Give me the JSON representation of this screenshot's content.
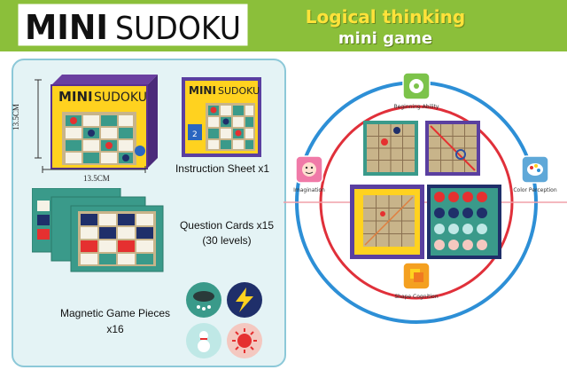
{
  "header": {
    "title_left": "MINI",
    "title_right": "SUDOKU",
    "tagline_line1": "Logical thinking",
    "tagline_line2": "mini game",
    "colors": {
      "banner": "#8bbf3a",
      "tagline": "#ffe23a"
    }
  },
  "contents": {
    "box": {
      "label_left": "MINI",
      "label_right": "SUDOKU",
      "width_dimension": "13.5CM",
      "height_dimension": "13.5CM"
    },
    "instruction_sheet": {
      "title_left": "MINI",
      "title_right": "SUDOKU",
      "caption": "Instruction Sheet x1",
      "sheet_number": "2"
    },
    "question_cards": {
      "caption_line1": "Question Cards x15",
      "caption_line2": "(30 levels)"
    },
    "game_pieces": {
      "caption_line1": "Magnetic Game Pieces",
      "caption_line2": "x16",
      "pieces": [
        "rain-cloud-icon",
        "lightning-icon",
        "snowman-icon",
        "sun-icon"
      ]
    }
  },
  "abilities": [
    {
      "label": "Beginning Ability",
      "icon": "brain-gear-icon",
      "color": "#7cc34a"
    },
    {
      "label": "Color Perception",
      "icon": "palette-icon",
      "color": "#5fa8d8"
    },
    {
      "label": "Shape Cognition",
      "icon": "shapes-icon",
      "color": "#f4a020"
    },
    {
      "label": "Imagination",
      "icon": "face-icon",
      "color": "#f07aa8"
    }
  ]
}
